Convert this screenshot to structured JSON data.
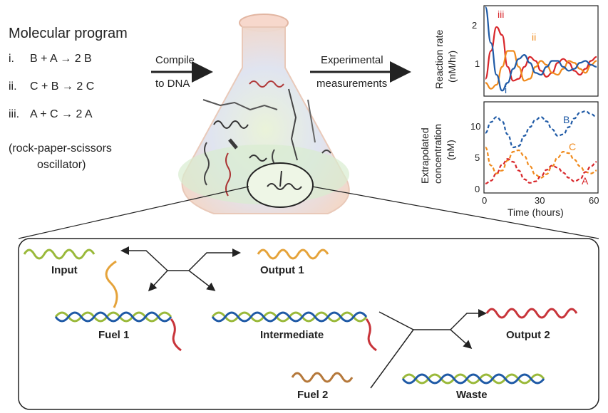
{
  "program": {
    "title": "Molecular program",
    "reactions": [
      {
        "ordinal": "i.",
        "equation": "B + A → 2 B"
      },
      {
        "ordinal": "ii.",
        "equation": "C + B → 2 C"
      },
      {
        "ordinal": "iii.",
        "equation": "A + C → 2 A"
      }
    ],
    "note_line1": "(rock-paper-scissors",
    "note_line2": "oscillator)"
  },
  "arrows": {
    "compile_line1": "Compile",
    "compile_line2": "to DNA",
    "measure_line1": "Experimental",
    "measure_line2": "measurements"
  },
  "strands": {
    "input": "Input",
    "output1": "Output 1",
    "fuel1": "Fuel 1",
    "intermediate": "Intermediate",
    "output2": "Output 2",
    "fuel2": "Fuel 2",
    "waste": "Waste"
  },
  "colors": {
    "red": "#d8262a",
    "orange": "#f08a1c",
    "blue": "#1f5aa6",
    "green": "#9ab93a"
  },
  "chart_data": [
    {
      "type": "line",
      "ylabel_line1": "Reaction rate",
      "ylabel_line2": "(nM/hr)",
      "yticks": [
        "2",
        "1"
      ],
      "ylim": [
        0.2,
        2.4
      ],
      "xlim": [
        0,
        60
      ],
      "series": [
        {
          "name": "iii",
          "color": "#d8262a",
          "x": [
            0,
            3,
            6,
            9,
            12,
            15,
            18,
            21,
            24,
            27,
            30,
            33,
            36,
            39,
            42,
            45,
            48,
            51,
            54,
            57,
            60
          ],
          "y": [
            0.6,
            1.3,
            1.9,
            1.7,
            0.9,
            0.55,
            0.6,
            0.9,
            1.15,
            1.05,
            0.8,
            0.65,
            0.75,
            1.0,
            1.1,
            1.0,
            0.8,
            0.7,
            0.85,
            1.05,
            1.15
          ]
        },
        {
          "name": "ii",
          "color": "#f08a1c",
          "x": [
            0,
            3,
            6,
            9,
            12,
            15,
            18,
            21,
            24,
            27,
            30,
            33,
            36,
            39,
            42,
            45,
            48,
            51,
            54,
            57,
            60
          ],
          "y": [
            0.5,
            0.35,
            0.45,
            0.9,
            1.3,
            1.3,
            0.9,
            0.55,
            0.6,
            0.9,
            1.05,
            0.95,
            0.75,
            0.7,
            0.85,
            1.05,
            1.0,
            0.85,
            0.75,
            0.95,
            1.05
          ]
        },
        {
          "name": "i",
          "color": "#1f5aa6",
          "x": [
            0,
            3,
            6,
            9,
            12,
            15,
            18,
            21,
            24,
            27,
            30,
            33,
            36,
            39,
            42,
            45,
            48,
            51,
            54,
            57,
            60
          ],
          "y": [
            2.4,
            1.5,
            0.7,
            0.3,
            0.5,
            0.85,
            1.1,
            1.2,
            1.0,
            0.75,
            0.7,
            0.9,
            1.05,
            1.05,
            0.9,
            0.8,
            0.85,
            1.0,
            1.05,
            0.95,
            0.9
          ]
        }
      ],
      "series_labels": [
        "iii",
        "ii",
        "i"
      ]
    },
    {
      "type": "line",
      "ylabel_line1": "Extrapolated",
      "ylabel_line2": "concentration",
      "ylabel_line3": "(nM)",
      "xlabel": "Time (hours)",
      "yticks": [
        "10",
        "5",
        "0"
      ],
      "xticks": [
        "0",
        "30",
        "60"
      ],
      "ylim": [
        0,
        12
      ],
      "xlim": [
        0,
        60
      ],
      "series": [
        {
          "name": "B",
          "color": "#1f5aa6",
          "x": [
            0,
            3,
            6,
            9,
            12,
            15,
            18,
            21,
            24,
            27,
            30,
            33,
            36,
            39,
            42,
            45,
            48,
            51,
            54,
            57,
            60
          ],
          "y": [
            8.0,
            9.5,
            10.2,
            9.6,
            7.8,
            6.0,
            6.2,
            7.6,
            8.8,
            9.8,
            10.2,
            9.6,
            8.5,
            7.6,
            7.8,
            8.8,
            10.0,
            10.8,
            11.0,
            10.6,
            10.2
          ]
        },
        {
          "name": "C",
          "color": "#f08a1c",
          "x": [
            0,
            3,
            6,
            9,
            12,
            15,
            18,
            21,
            24,
            27,
            30,
            33,
            36,
            39,
            42,
            45,
            48,
            51,
            54,
            57,
            60
          ],
          "y": [
            6.0,
            3.5,
            2.4,
            2.8,
            4.2,
            5.4,
            5.6,
            4.8,
            3.4,
            2.2,
            1.8,
            2.3,
            3.4,
            4.6,
            5.4,
            5.2,
            4.3,
            3.4,
            2.6,
            2.4,
            2.8
          ]
        },
        {
          "name": "A",
          "color": "#d8262a",
          "x": [
            0,
            3,
            6,
            9,
            12,
            15,
            18,
            21,
            24,
            27,
            30,
            33,
            36,
            39,
            42,
            45,
            48,
            51,
            54,
            57,
            60
          ],
          "y": [
            1.0,
            1.4,
            2.4,
            3.6,
            4.4,
            4.0,
            2.8,
            1.6,
            1.1,
            1.3,
            2.0,
            2.9,
            3.5,
            3.2,
            2.5,
            1.8,
            1.3,
            1.6,
            2.6,
            3.4,
            4.0
          ]
        }
      ],
      "series_labels": [
        "B",
        "C",
        "A"
      ]
    }
  ]
}
